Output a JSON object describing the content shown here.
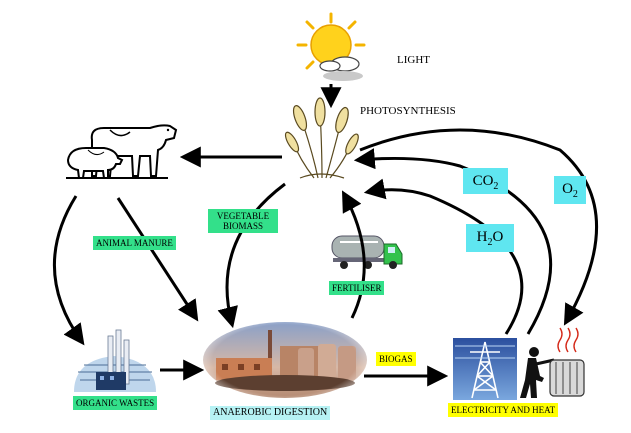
{
  "labels": {
    "light": "LIGHT",
    "photosynthesis": "PHOTOSYNTHESIS",
    "animal_manure": "ANIMAL MANURE",
    "vegetable_biomass_line1": "VEGETABLE",
    "vegetable_biomass_line2": "BIOMASS",
    "fertiliser": "FERTILISER",
    "organic_wastes": "ORGANIC WASTES",
    "anaerobic_digestion": "ANAEROBIC DIGESTION",
    "biogas": "BIOGAS",
    "electricity_and_heat": "ELECTRICITY AND HEAT"
  },
  "gases": {
    "co2_main": "CO",
    "co2_sub": "2",
    "o2_main": "O",
    "o2_sub": "2",
    "h2o_h": "H",
    "h2o_sub": "2",
    "h2o_o": "O"
  },
  "colors": {
    "green_tag": "#33e08a",
    "yellow_tag": "#ffff00",
    "cyan_tag": "#b6f2f4",
    "gas_box": "#5fe6f0",
    "arrow": "#000000"
  },
  "icons": [
    "sun-icon",
    "wheat-icon",
    "livestock-icon",
    "tanker-truck-icon",
    "biogas-plant-icon",
    "waste-plant-icon",
    "power-pylon-icon",
    "radiator-icon"
  ]
}
